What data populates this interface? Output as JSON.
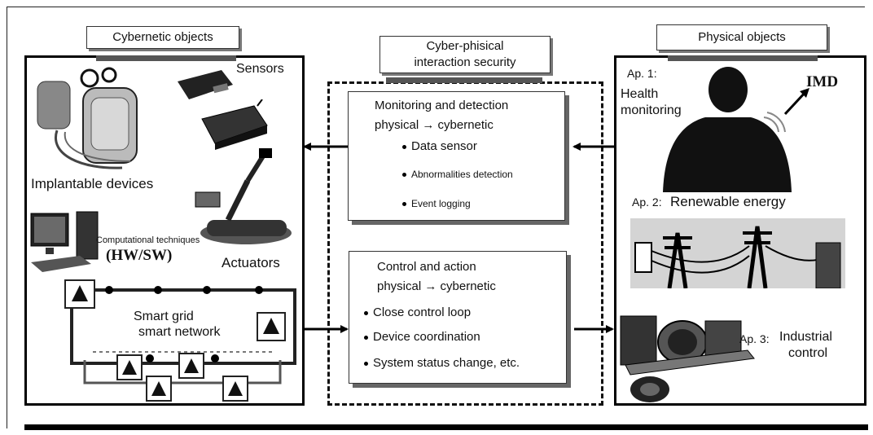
{
  "left_panel": {
    "title": "Cybernetic objects",
    "sensors": "Sensors",
    "implantable": "Implantable devices",
    "computational": "Computational techniques",
    "hwsw": "(HW/SW)",
    "actuators": "Actuators",
    "smart_grid": "Smart grid",
    "smart_network": "smart network"
  },
  "center": {
    "title_line1": "Cyber-phisical",
    "title_line2": "interaction security",
    "monitoring": {
      "title_line1": "Monitoring and detection",
      "title_line2": "physical → cybernetic",
      "items": [
        "Data sensor",
        "Abnormalities detection",
        "Event logging"
      ]
    },
    "control": {
      "title_line1": "Control and action",
      "title_line2": "physical → cybernetic",
      "items": [
        "Close control loop",
        "Device coordination",
        "System status change, etc."
      ]
    }
  },
  "right_panel": {
    "title": "Physical objects",
    "ap1_label": "Ap. 1:",
    "ap1_line1": "Health",
    "ap1_line2": "monitoring",
    "imd": "IMD",
    "ap2": "Ap. 2:",
    "ap2_text": "Renewable energy",
    "ap3": "Ap. 3:",
    "ap3_line1": "Industrial",
    "ap3_line2": "control"
  }
}
